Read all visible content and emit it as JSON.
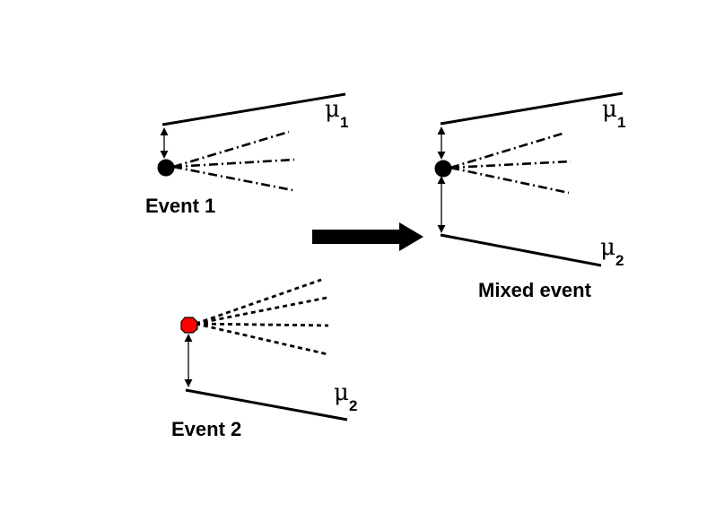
{
  "diagram": {
    "event1": {
      "label": "Event 1",
      "muon": {
        "symbol": "μ",
        "index": "1"
      },
      "vertex_color": "#000000"
    },
    "event2": {
      "label": "Event 2",
      "muon": {
        "symbol": "μ",
        "index": "2"
      },
      "vertex_color": "#ff0000"
    },
    "mixed": {
      "label": "Mixed event",
      "muon_top": {
        "symbol": "μ",
        "index": "1"
      },
      "muon_bottom": {
        "symbol": "μ",
        "index": "2"
      },
      "vertex_color": "#000000"
    },
    "arrow": {
      "direction": "right",
      "color": "#000000"
    }
  }
}
